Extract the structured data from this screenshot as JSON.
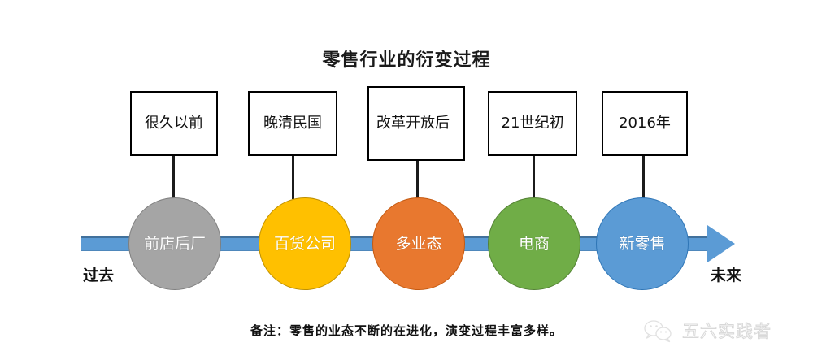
{
  "title": "零售行业的衍变过程",
  "axis": {
    "left_label": "过去",
    "right_label": "未来",
    "color": "#5B9BD5",
    "arrow_icon": "right-arrow-icon"
  },
  "nodes": [
    {
      "label": "前店后厂",
      "color": "#A5A5A5",
      "border": "#7F7F7F"
    },
    {
      "label": "百货公司",
      "color": "#FFC000",
      "border": "#BF9000"
    },
    {
      "label": "多业态",
      "color": "#E8782F",
      "border": "#C55A11"
    },
    {
      "label": "电商",
      "color": "#70AD47",
      "border": "#548235"
    },
    {
      "label": "新零售",
      "color": "#5B9BD5",
      "border": "#2E75B6"
    }
  ],
  "callouts": [
    {
      "text": "很久以前",
      "align": "center"
    },
    {
      "text": "晚清民国",
      "align": "center"
    },
    {
      "text": "改革开放后",
      "align": "left"
    },
    {
      "text": "21世纪初",
      "align": "center"
    },
    {
      "text": "2016年",
      "align": "center"
    }
  ],
  "footnote": "备注：零售的业态不断的在进化，演变过程丰富多样。",
  "watermark": {
    "text": "五六实践者",
    "icon": "wechat-icon"
  }
}
